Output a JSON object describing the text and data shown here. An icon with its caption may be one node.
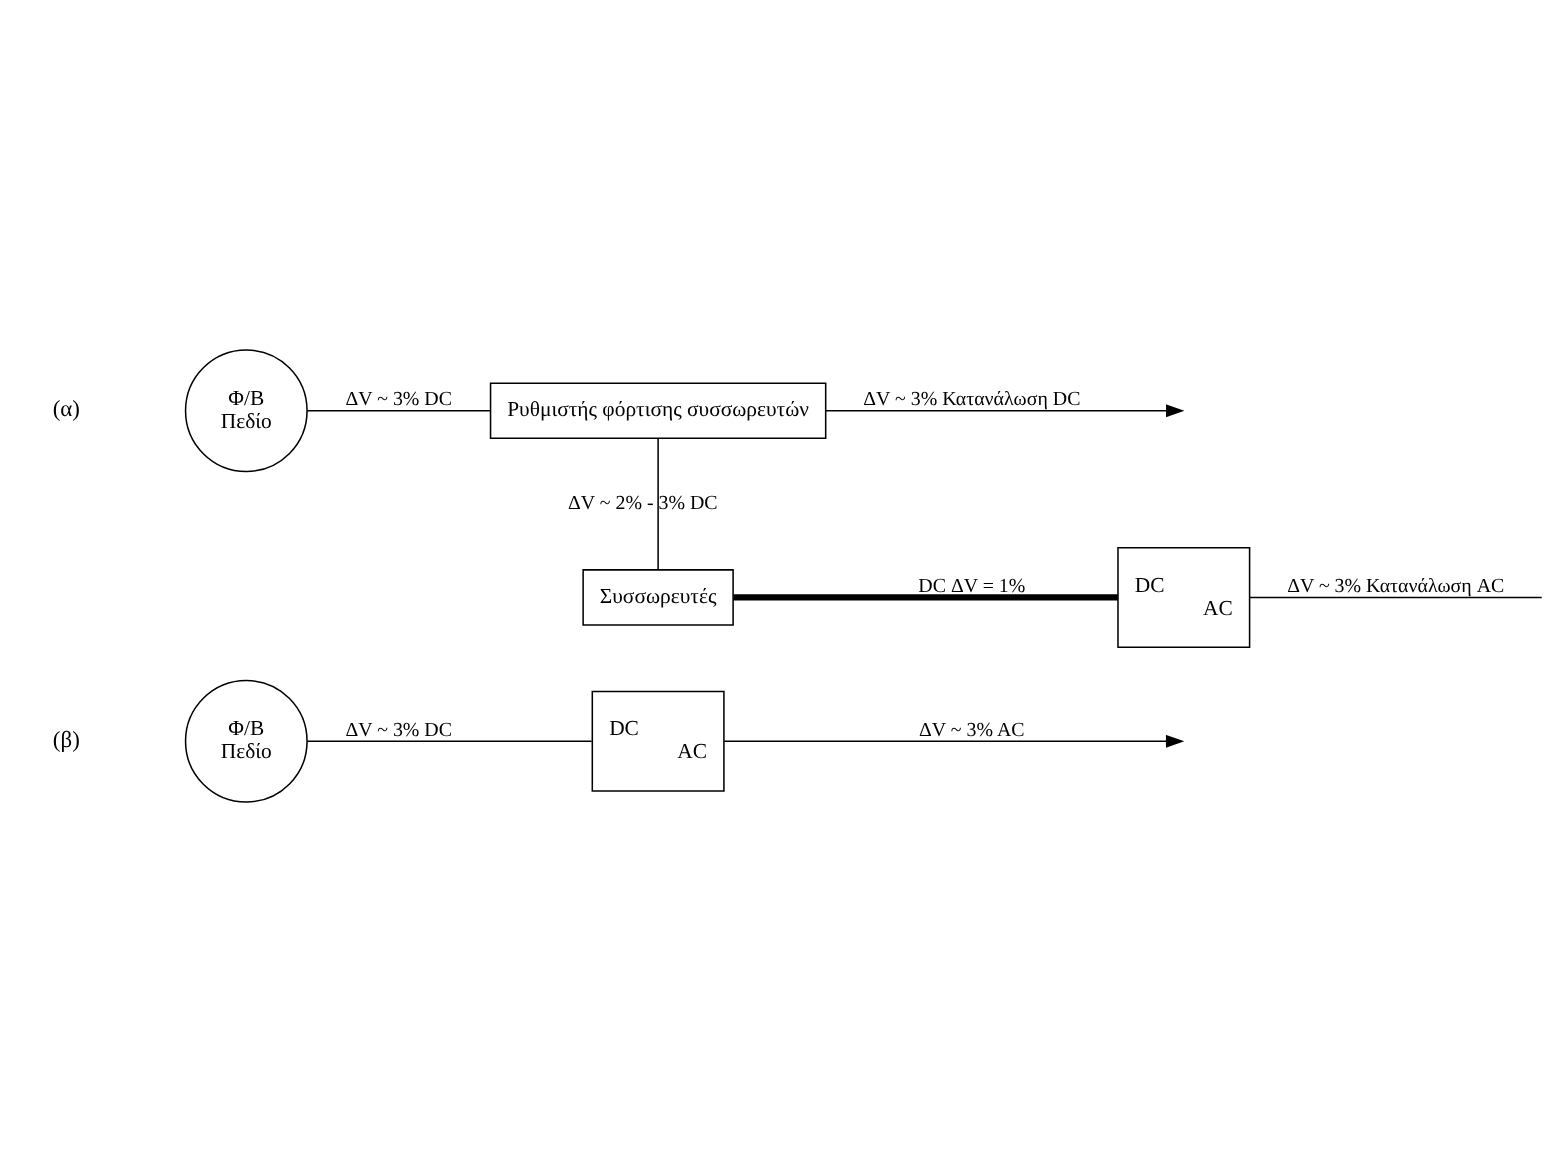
{
  "diagram": {
    "nodes": [
      {
        "text": [
          "Φ/B",
          "Πεδίο"
        ]
      },
      {
        "text": [
          "Ρυθμιστής φόρτισης συσσωρευτών"
        ]
      },
      {
        "text": [
          "Συσσωρευτές"
        ]
      },
      {
        "text": [
          "DC",
          "AC"
        ]
      },
      {
        "text": [
          "Φ/B",
          "Πεδίο"
        ]
      },
      {
        "text": [
          "DC",
          "AC"
        ]
      }
    ],
    "edges": [
      {
        "from": 0,
        "to": 1,
        "arrow": "none",
        "label": "ΔV ~ 3% DC"
      },
      {
        "from": 1,
        "to": null,
        "arrow": "to",
        "label": "ΔV ~ 3% Κατανάλωση DC"
      },
      {
        "from": 1,
        "to": 2,
        "arrow": "none",
        "label": "ΔV ~ 2% - 3% DC"
      },
      {
        "from": 2,
        "to": 3,
        "arrow": "none",
        "label": "DC ΔV = 1%",
        "style": "thick"
      },
      {
        "from": 3,
        "to": null,
        "arrow": "none",
        "label": "ΔV ~ 3% Κατανάλωση AC"
      },
      {
        "from": 4,
        "to": 5,
        "arrow": "none",
        "label": "ΔV ~ 3% DC"
      },
      {
        "from": 5,
        "to": null,
        "arrow": "to",
        "label": "ΔV ~ 3% AC"
      }
    ],
    "labels": [
      "(α)",
      "(β)"
    ]
  }
}
